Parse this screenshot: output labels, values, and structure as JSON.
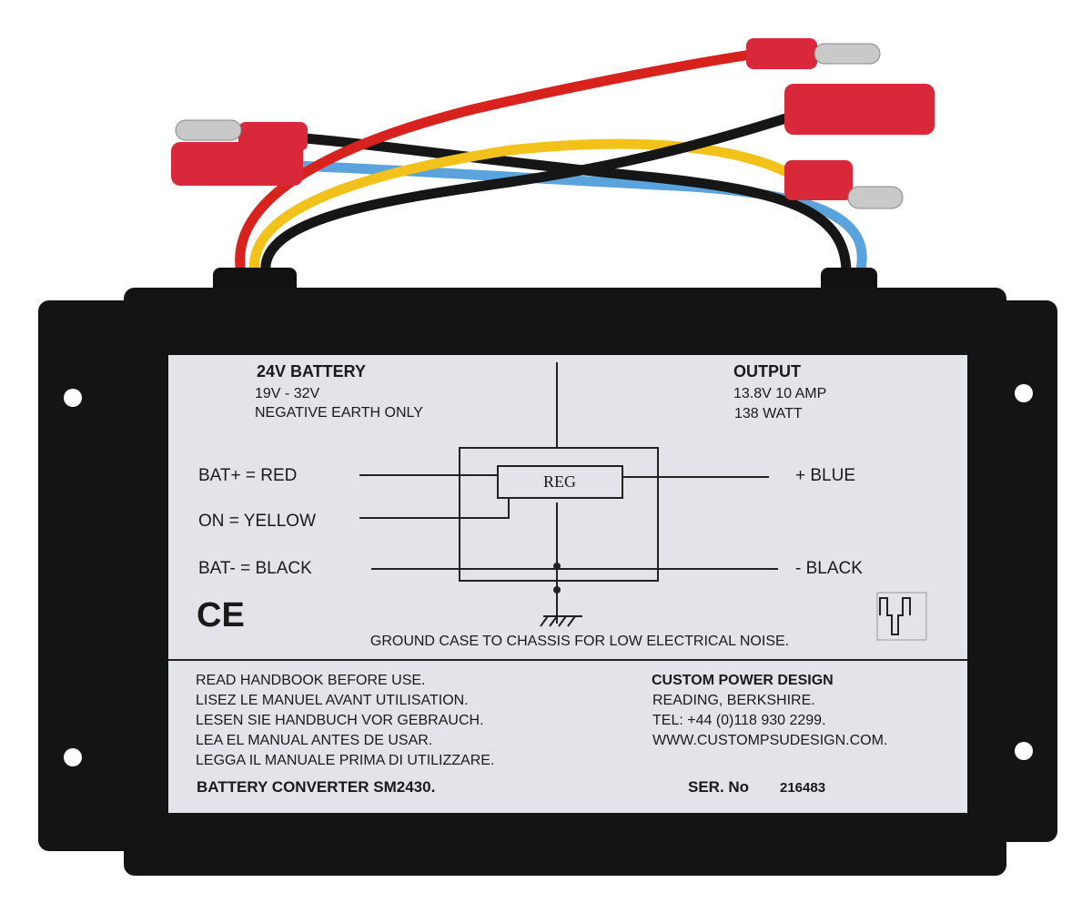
{
  "label": {
    "input_title": "24V BATTERY",
    "input_range": "19V - 32V",
    "input_note": "NEGATIVE EARTH ONLY",
    "output_title": "OUTPUT",
    "output_spec": "13.8V   10 AMP",
    "output_watt": "138 WATT",
    "bat_plus": "BAT+  = RED",
    "on": "ON = YELLOW",
    "bat_minus": "BAT-  = BLACK",
    "plus_out": "+ BLUE",
    "minus_out": "- BLACK",
    "reg": "REG",
    "ce_mark": "CE",
    "ground_note": "GROUND CASE TO CHASSIS FOR LOW ELECTRICAL NOISE.",
    "instructions": [
      "READ HANDBOOK BEFORE USE.",
      "LISEZ LE MANUEL AVANT UTILISATION.",
      "LESEN SIE HANDBUCH VOR GEBRAUCH.",
      "LEA EL MANUAL ANTES DE USAR.",
      "LEGGA IL MANUALE PRIMA DI UTILIZZARE."
    ],
    "company": "CUSTOM POWER DESIGN",
    "address": "READING, BERKSHIRE.",
    "tel": "TEL: +44 (0)118  930  2299.",
    "web": "WWW.CUSTOMPSUDESIGN.COM.",
    "model": "BATTERY CONVERTER SM2430.",
    "serial_label": "SER. No",
    "serial_value": "216483"
  },
  "colors": {
    "case": "#141414",
    "label_bg": "#e2e4ea",
    "wire_red": "#d8221e",
    "wire_yellow": "#f2c21a",
    "wire_blue": "#5aa3dc",
    "wire_black": "#161616",
    "connector_red": "#d8283a"
  }
}
